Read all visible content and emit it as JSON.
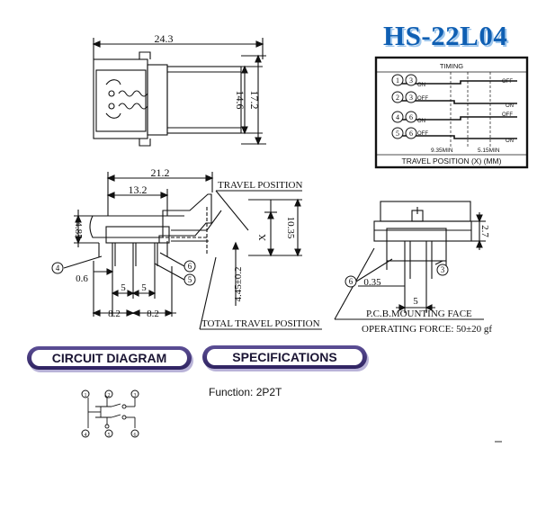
{
  "model": "HS-22L04",
  "timing": {
    "title": "TIMING",
    "rows": [
      {
        "a": "1",
        "b": "3",
        "state1": "ON",
        "state2": "OFF"
      },
      {
        "a": "2",
        "b": "3",
        "state1": "OFF",
        "state2": "ON"
      },
      {
        "a": "4",
        "b": "6",
        "state1": "ON",
        "state2": "OFF"
      },
      {
        "a": "5",
        "b": "6",
        "state1": "OFF",
        "state2": "ON"
      }
    ],
    "min1": "9.35MIN",
    "min2": "5.15MIN",
    "axis": "TRAVEL POSITION (X) (MM)"
  },
  "top_view": {
    "w": "24.3",
    "h1": "14.6",
    "h2": "17.2"
  },
  "side_view": {
    "d1": "21.2",
    "d2": "13.2",
    "d3": "4.85",
    "d4": "0.6",
    "d5": "5",
    "d6": "5",
    "d7": "8.2",
    "d8": "8.2",
    "d9": "4.45±0.2",
    "d10": "10.35",
    "x": "X",
    "travel": "TRAVEL POSITION",
    "total": "TOTAL TRAVEL POSITION",
    "c4": "4",
    "c6": "6",
    "c5": "5"
  },
  "end_view": {
    "d1": "2.7",
    "d2": "0.35",
    "d3": "5",
    "c6": "6",
    "c3": "3",
    "pcb": "P.C.B.MOUNTING FACE",
    "force": "OPERATING FORCE: 50±20 gf"
  },
  "circuit": {
    "header": "CIRCUIT DIAGRAM",
    "pins": [
      "1",
      "2",
      "3",
      "4",
      "5",
      "6"
    ]
  },
  "specs": {
    "header": "SPECIFICATIONS",
    "function": "Function: 2P2T"
  }
}
